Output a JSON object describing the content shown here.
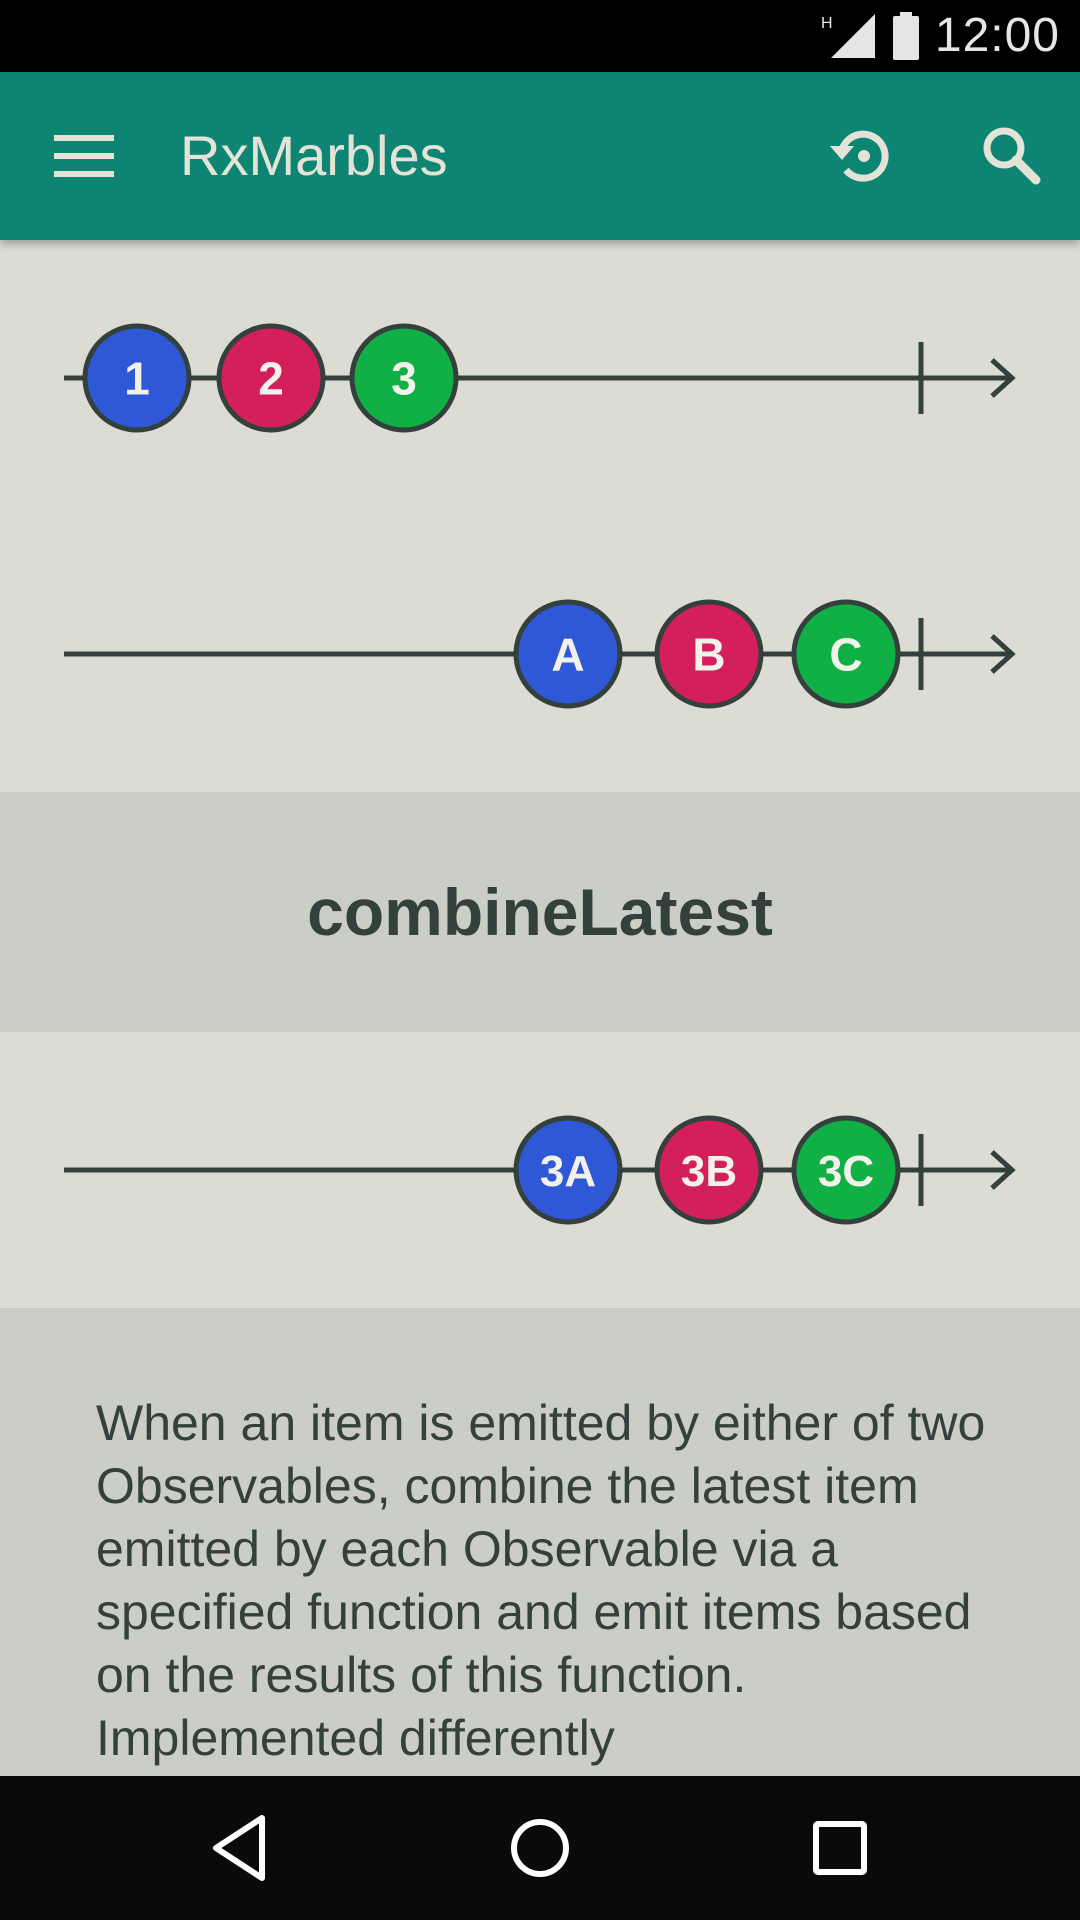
{
  "status_bar": {
    "time": "12:00",
    "network_label": "H"
  },
  "app_bar": {
    "title": "RxMarbles"
  },
  "marble_colors": {
    "blue": "#2f58d6",
    "red": "#d31f5c",
    "green": "#10b046",
    "line": "#34403c"
  },
  "diagram": {
    "input_a": {
      "marbles": [
        {
          "label": "1",
          "color": "blue"
        },
        {
          "label": "2",
          "color": "red"
        },
        {
          "label": "3",
          "color": "green"
        }
      ]
    },
    "input_b": {
      "marbles": [
        {
          "label": "A",
          "color": "blue"
        },
        {
          "label": "B",
          "color": "red"
        },
        {
          "label": "C",
          "color": "green"
        }
      ]
    },
    "operator": "combineLatest",
    "output": {
      "marbles": [
        {
          "label": "3A",
          "color": "blue"
        },
        {
          "label": "3B",
          "color": "red"
        },
        {
          "label": "3C",
          "color": "green"
        }
      ]
    }
  },
  "description": "When an item is emitted by either of two Observables, combine the latest item emitted by each Observable via a specified function and emit items based on the results of this function. Implemented differently"
}
